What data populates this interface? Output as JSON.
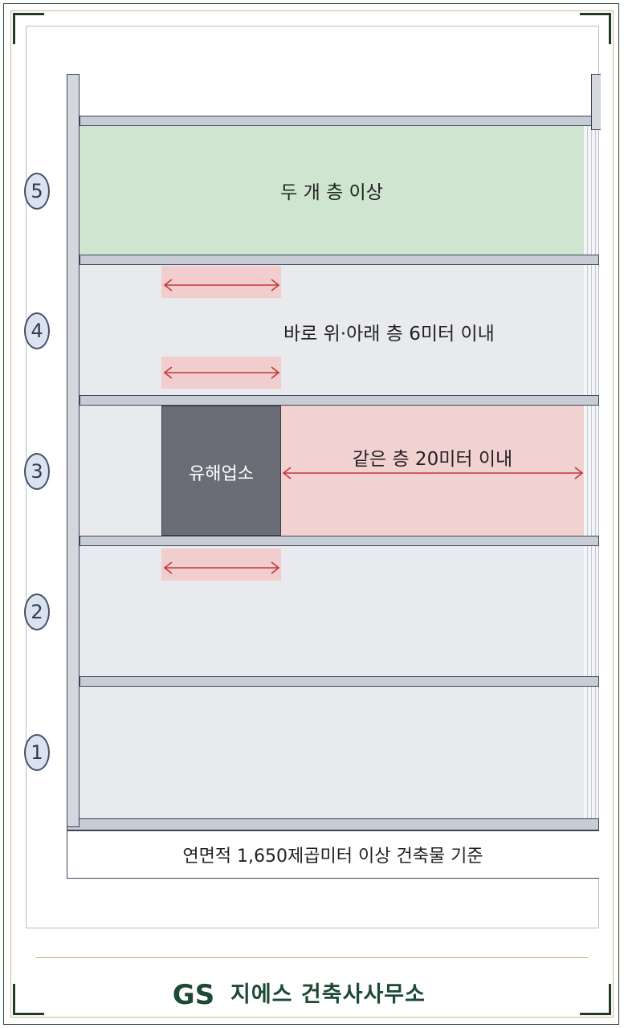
{
  "floors": [
    {
      "number": "5",
      "label": "두 개 층 이상"
    },
    {
      "number": "4",
      "label": "바로 위·아래 층 6미터 이내"
    },
    {
      "number": "3",
      "label": "같은 층 20미터 이내"
    },
    {
      "number": "2",
      "label": ""
    },
    {
      "number": "1",
      "label": ""
    }
  ],
  "hazard_label": "유해업소",
  "base_label": "연면적 1,650제곱미터 이상 건축물 기준",
  "footer": {
    "logo_letters": "GS",
    "company": "지에스 건축사사무소"
  },
  "colors": {
    "green_zone": "#cfe5cf",
    "pink_zone": "#f2d1d1",
    "arrow": "#c0393b",
    "hazard": "#6a6d75",
    "brand": "#1c4a33"
  }
}
